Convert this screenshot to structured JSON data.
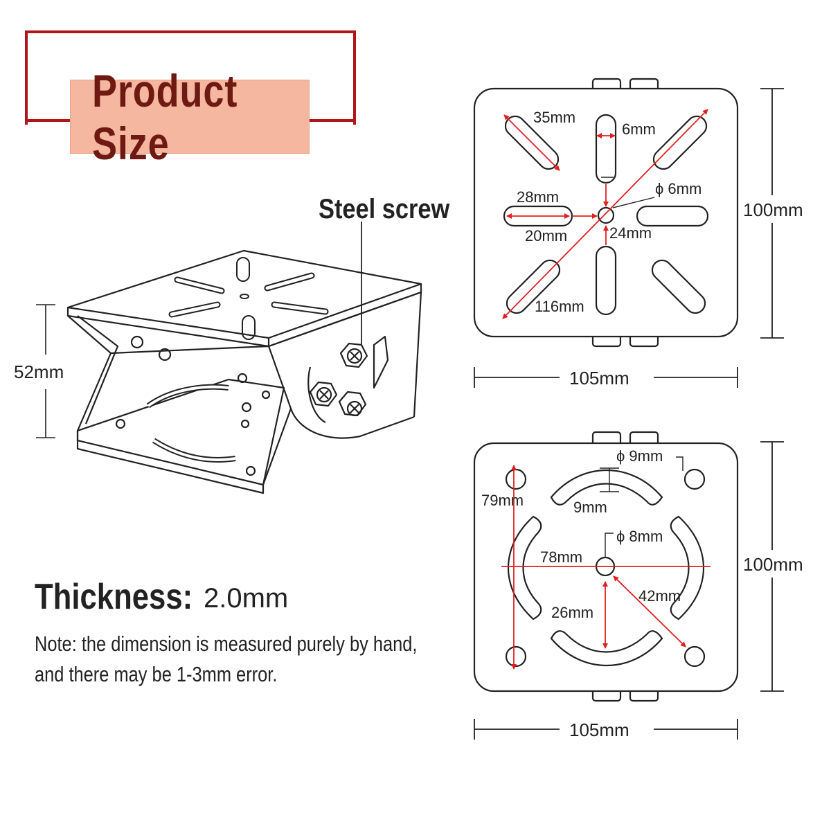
{
  "heading": "Product Size",
  "screw_label": "Steel screw",
  "height_label": "52mm",
  "thickness_label": "Thickness:",
  "thickness_value": "2.0mm",
  "note_line1": "Note: the dimension is measured purely by hand,",
  "note_line2": "and there may be 1-3mm error.",
  "top_plate": {
    "slot_35": "35mm",
    "slot_6": "6mm",
    "hole_6": "ϕ 6mm",
    "slot_28": "28mm",
    "gap_20": "20mm",
    "gap_24": "24mm",
    "diag_116": "116mm",
    "height": "100mm",
    "width": "105mm"
  },
  "bottom_plate": {
    "hole_9": "ϕ 9mm",
    "dist_79": "79mm",
    "slot_9": "9mm",
    "hole_8": "ϕ 8mm",
    "dist_78": "78mm",
    "dist_42": "42mm",
    "dist_26": "26mm",
    "height": "100mm",
    "width": "105mm"
  },
  "colors": {
    "accent_red": "#b0151a",
    "heading_fill": "#f5b7a0",
    "dimension_red": "#e02020",
    "line": "#222222"
  }
}
